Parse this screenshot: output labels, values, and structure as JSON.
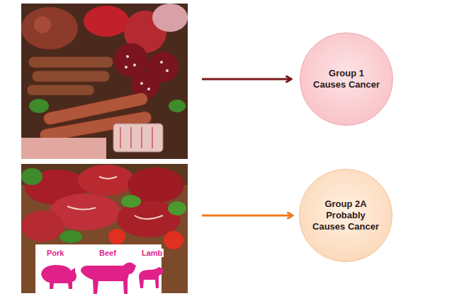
{
  "diagram": {
    "nodes": [
      {
        "text": [
          "Group 1",
          "Causes Cancer"
        ]
      },
      {
        "text": [
          "Group 2A",
          "Probably Causes Cancer"
        ]
      }
    ],
    "labels": [
      "Pork",
      "Beef",
      "Lamb"
    ]
  }
}
